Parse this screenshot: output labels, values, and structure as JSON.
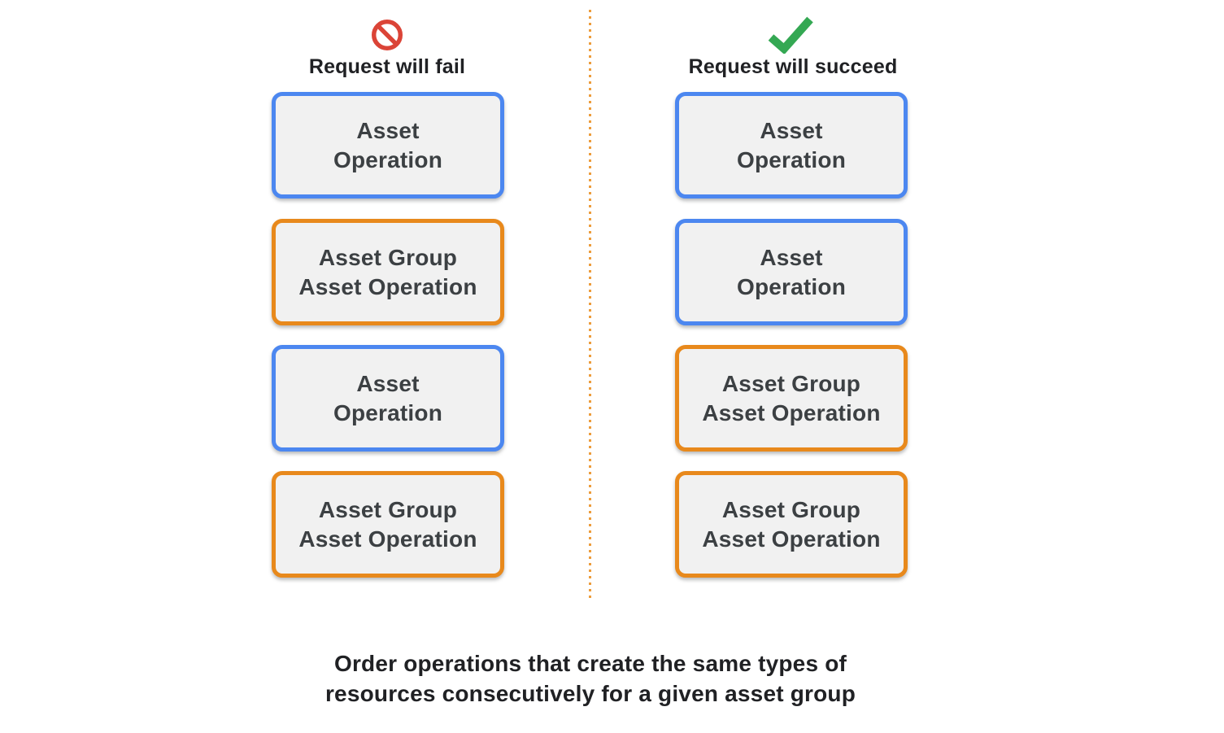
{
  "colors": {
    "blue_border": "#4C87F0",
    "orange_border": "#E8891C",
    "box_fill": "#F1F1F1",
    "box_text": "#3C4043",
    "heading_text": "#202124",
    "fail_icon_red": "#DB4437",
    "success_icon_green": "#34A853",
    "divider_orange": "#ED9C3B"
  },
  "columns": [
    {
      "id": "fail",
      "icon": "prohibition-icon",
      "title": "Request will fail",
      "boxes": [
        {
          "type": "asset-operation",
          "color": "blue",
          "label": "Asset\nOperation"
        },
        {
          "type": "asset-group-asset-operation",
          "color": "orange",
          "label": "Asset Group\nAsset Operation"
        },
        {
          "type": "asset-operation",
          "color": "blue",
          "label": "Asset\nOperation"
        },
        {
          "type": "asset-group-asset-operation",
          "color": "orange",
          "label": "Asset Group\nAsset Operation"
        }
      ]
    },
    {
      "id": "succeed",
      "icon": "check-icon",
      "title": "Request will succeed",
      "boxes": [
        {
          "type": "asset-operation",
          "color": "blue",
          "label": "Asset\nOperation"
        },
        {
          "type": "asset-operation",
          "color": "blue",
          "label": "Asset\nOperation"
        },
        {
          "type": "asset-group-asset-operation",
          "color": "orange",
          "label": "Asset Group\nAsset Operation"
        },
        {
          "type": "asset-group-asset-operation",
          "color": "orange",
          "label": "Asset Group\nAsset Operation"
        }
      ]
    }
  ],
  "caption": "Order operations that create the same types of\nresources consecutively for a given asset group"
}
